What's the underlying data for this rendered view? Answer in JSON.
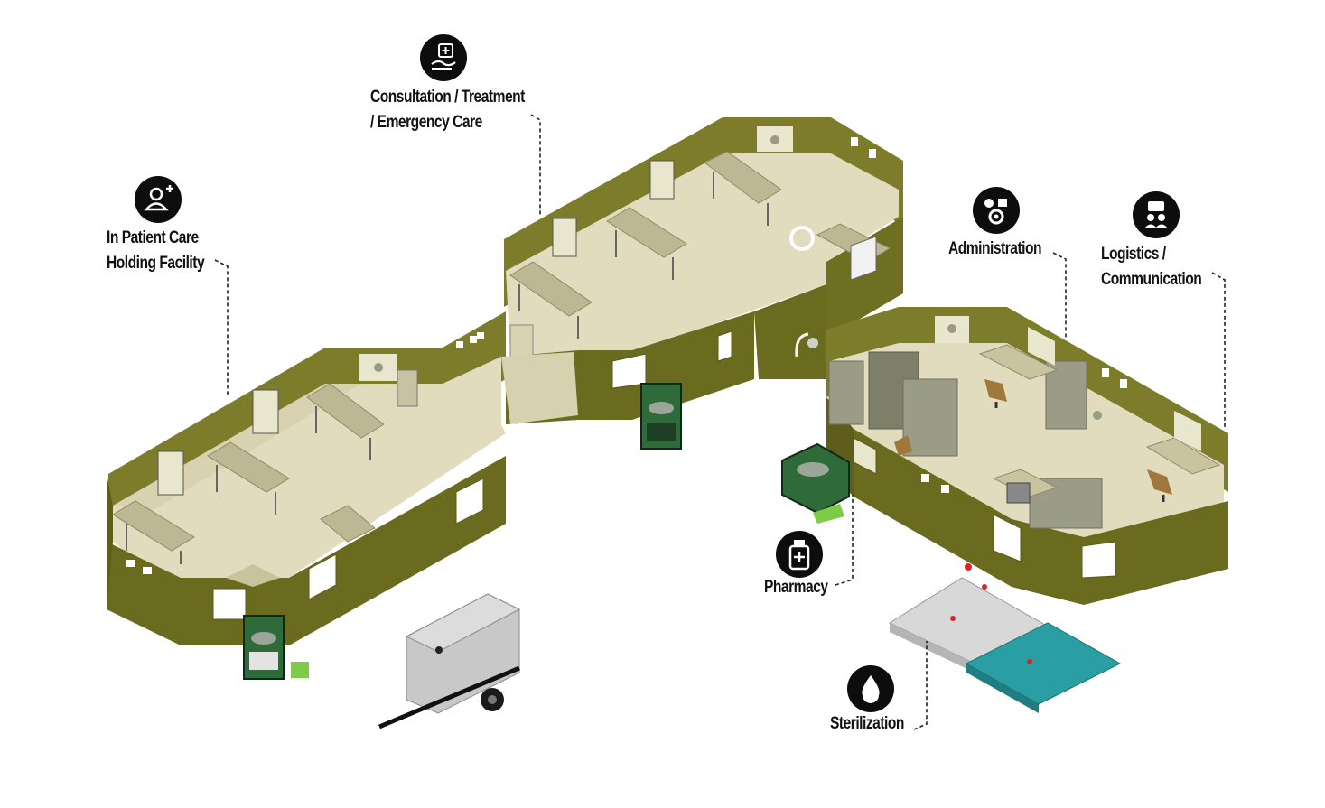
{
  "zones": [
    {
      "id": "inpatient",
      "icon": "patient-add-icon",
      "lines": [
        "In Patient Care",
        "Holding Facility"
      ]
    },
    {
      "id": "consultation",
      "icon": "medical-consult-icon",
      "lines": [
        "Consultation / Treatment",
        "/ Emergency Care"
      ]
    },
    {
      "id": "administration",
      "icon": "admin-team-icon",
      "lines": [
        "Administration"
      ]
    },
    {
      "id": "logistics",
      "icon": "communication-icon",
      "lines": [
        "Logistics /",
        "Communication"
      ]
    },
    {
      "id": "pharmacy",
      "icon": "medicine-bottle-icon",
      "lines": [
        "Pharmacy"
      ]
    },
    {
      "id": "sterilization",
      "icon": "water-drop-icon",
      "lines": [
        "Sterilization"
      ]
    }
  ],
  "colors": {
    "wall_dark": "#6b6b1f",
    "wall_mid": "#7d7c2b",
    "wall_light": "#8a8a35",
    "floor": "#e1dcbd",
    "floor_shade": "#d2cca6",
    "equipment_green": "#2f6b3a",
    "cabinet_gray": "#9a9c86",
    "furniture_tan": "#bdb894",
    "sterilization_teal": "#2a9fa3",
    "label_text": "#111111",
    "icon_badge": "#0d0d0d"
  }
}
